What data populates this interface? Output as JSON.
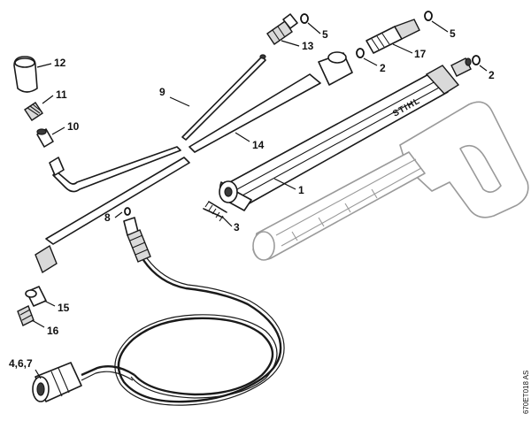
{
  "callouts": {
    "c12": "12",
    "c11": "11",
    "c10": "10",
    "c9": "9",
    "c13": "13",
    "c5a": "5",
    "c5b": "5",
    "c17": "17",
    "c2a": "2",
    "c2b": "2",
    "c14": "14",
    "c1": "1",
    "c3": "3",
    "c8": "8",
    "c15": "15",
    "c16": "16",
    "c467": "4,6,7"
  },
  "brand_text": "STIHL",
  "drawing_code": "670ET018 AS",
  "colors": {
    "line": "#1a1a1a",
    "shade": "#d9d9d9",
    "background": "#ffffff"
  }
}
